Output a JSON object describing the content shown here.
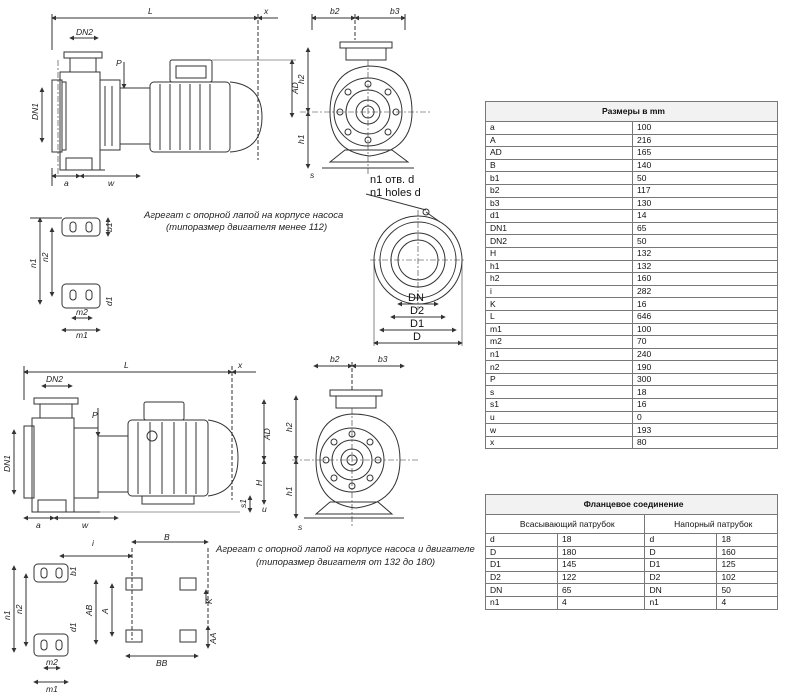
{
  "drawing": {
    "labels_top": {
      "L": "L",
      "x": "x",
      "DN2": "DN2",
      "DN1": "DN1",
      "P": "P",
      "AD": "AD",
      "a": "a",
      "w": "w",
      "b2": "b2",
      "b3": "b3",
      "h2": "h2",
      "h1": "h1",
      "s": "s"
    },
    "caption_1_line1": "Агрегат с опорной лапой на корпусе насоса",
    "caption_1_line2": "(типоразмер двигателя менее 112)",
    "foot_labels": {
      "b1": "b1",
      "n1": "n1",
      "n2": "n2",
      "m2": "m2",
      "m1": "m1",
      "d1": "d1"
    },
    "flange_labels": {
      "holes_ru": "n1 отв. d",
      "holes_en": "n1 holes d",
      "DN": "DN",
      "D2": "D2",
      "D1": "D1",
      "D": "D"
    },
    "labels_bottom": {
      "L": "L",
      "x": "x",
      "DN2": "DN2",
      "DN1": "DN1",
      "P": "P",
      "AD": "AD",
      "H": "H",
      "s1": "s1",
      "u": "u",
      "a": "a",
      "w": "w",
      "b2": "b2",
      "b3": "b3",
      "h2": "h2",
      "h1": "h1",
      "s": "s"
    },
    "caption_2_line1": "Агрегат с опорной лапой на корпусе насоса и двигателе",
    "caption_2_line2": "(типоразмер двигателя от 132 до 180)",
    "base_labels": {
      "i": "i",
      "B": "B",
      "K": "K",
      "AB": "AB",
      "A": "A",
      "AA": "AA",
      "BB": "BB"
    }
  },
  "dimensions_table": {
    "title": "Размеры в mm",
    "rows": [
      [
        "a",
        "100"
      ],
      [
        "A",
        "216"
      ],
      [
        "AD",
        "165"
      ],
      [
        "B",
        "140"
      ],
      [
        "b1",
        "50"
      ],
      [
        "b2",
        "117"
      ],
      [
        "b3",
        "130"
      ],
      [
        "d1",
        "14"
      ],
      [
        "DN1",
        "65"
      ],
      [
        "DN2",
        "50"
      ],
      [
        "H",
        "132"
      ],
      [
        "h1",
        "132"
      ],
      [
        "h2",
        "160"
      ],
      [
        "i",
        "282"
      ],
      [
        "K",
        "16"
      ],
      [
        "L",
        "646"
      ],
      [
        "m1",
        "100"
      ],
      [
        "m2",
        "70"
      ],
      [
        "n1",
        "240"
      ],
      [
        "n2",
        "190"
      ],
      [
        "P",
        "300"
      ],
      [
        "s",
        "18"
      ],
      [
        "s1",
        "16"
      ],
      [
        "u",
        "0"
      ],
      [
        "w",
        "193"
      ],
      [
        "x",
        "80"
      ]
    ]
  },
  "flange_table": {
    "title": "Фланцевое соединение",
    "suction_header": "Всасывающий патрубок",
    "discharge_header": "Напорный патрубок",
    "rows": [
      [
        "d",
        "18",
        "d",
        "18"
      ],
      [
        "D",
        "180",
        "D",
        "160"
      ],
      [
        "D1",
        "145",
        "D1",
        "125"
      ],
      [
        "D2",
        "122",
        "D2",
        "102"
      ],
      [
        "DN",
        "65",
        "DN",
        "50"
      ],
      [
        "n1",
        "4",
        "n1",
        "4"
      ]
    ]
  }
}
